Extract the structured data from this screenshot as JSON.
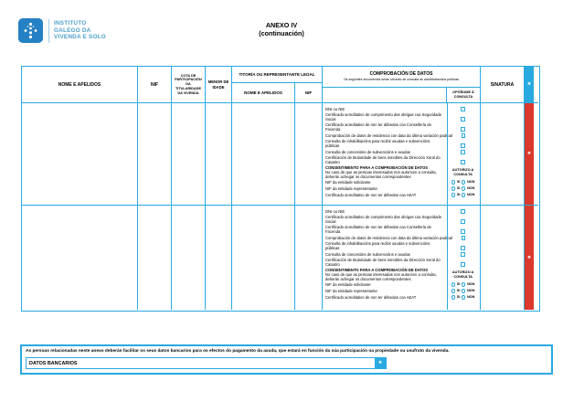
{
  "colors": {
    "accent_blue": "#29a9e0",
    "logo_blue": "#2581c4",
    "logo_text": "#4e9fcb",
    "strip_red": "#db392c"
  },
  "logo": {
    "line1": "INSTITUTO",
    "line2": "GALEGO DA",
    "line3": "VIVENDA E SOLO"
  },
  "title": {
    "line1": "ANEXO IV",
    "line2": "(continuación)"
  },
  "table": {
    "headers": {
      "nome": "NOME E APELIDOS",
      "nif": "NIF",
      "cota": "COTA DE PARTICIPACIÓN DA TITULARIDADE DA VIVENDA",
      "menor": "MENOR DE IDADE",
      "titoria": "TITORÍA OU REPRESENTANTE LEGAL",
      "titoria_nome": "NOME E APELIDOS",
      "titoria_nif": "NIF",
      "comprobacion_title": "COMPROBACIÓN DE DATOS",
      "comprobacion_subtitle": "Os seguintes documentos serán obxecto de consulta ás administracións públicas",
      "oponome_line1": "OPÓÑOME Á",
      "oponome_line2": "CONSULTA",
      "sinatura": "SINATURA",
      "required_marker": "✱"
    },
    "rows": [
      {
        "required_marker": "✱",
        "documents": [
          {
            "label": "DNI ou NIE"
          },
          {
            "label": "Certificado acreditativo de cumprimento das obrigas coa Seguridade Social"
          },
          {
            "label": "Certificado acreditativo de non ter débedas coa Consellería de Facenda"
          },
          {
            "label": "Comprobación de datos de residencia con data da última variación padroal"
          },
          {
            "label": "Consulta de inhabilitacións para recibir axudas e subvencións públicas"
          },
          {
            "label": "Consulta de concesións de subvencións e axudas"
          },
          {
            "label": "Certificación de titularidade de bens inmobles da Dirección Xeral do Catastro"
          }
        ],
        "consent": {
          "title": "CONSENTIMENTO PARA A COMPROBACIÓN DE DATOS",
          "text": "No caso de que as persoas interesadas non autoricen a consulta, deberán achegar os documentos correspondentes",
          "authorize_line1": "AUTORIZO A",
          "authorize_line2": "CONSULTA",
          "items": [
            {
              "label": "NIF da entidade solicitante",
              "yes": "SI",
              "no": "NON"
            },
            {
              "label": "NIF da entidade representante",
              "yes": "SI",
              "no": "NON"
            },
            {
              "label": "Certificado acreditativo de non ter débedas coa AEAT",
              "yes": "SI",
              "no": "NON"
            }
          ]
        }
      },
      {
        "required_marker": "✱",
        "documents": [
          {
            "label": "DNI ou NIE"
          },
          {
            "label": "Certificado acreditativo de cumprimento das obrigas coa Seguridade Social"
          },
          {
            "label": "Certificado acreditativo de non ter débedas coa Consellería de Facenda"
          },
          {
            "label": "Comprobación de datos de residencia con data da última variación padroal"
          },
          {
            "label": "Consulta de inhabilitacións para recibir axudas e subvencións públicas"
          },
          {
            "label": "Consulta de concesións de subvencións e axudas"
          },
          {
            "label": "Certificación de titularidade de bens inmobles da Dirección Xeral do Catastro"
          }
        ],
        "consent": {
          "title": "CONSENTIMENTO PARA A COMPROBACIÓN DE DATOS",
          "text": "No caso de que as persoas interesadas non autoricen a consulta, deberán achegar os documentos correspondentes",
          "authorize_line1": "AUTORIZO A",
          "authorize_line2": "CONSULTA",
          "items": [
            {
              "label": "NIF da entidade solicitante",
              "yes": "SI",
              "no": "NON"
            },
            {
              "label": "NIF da entidade representante",
              "yes": "SI",
              "no": "NON"
            },
            {
              "label": "Certificado acreditativo de non ter débedas coa AEAT",
              "yes": "SI",
              "no": "NON"
            }
          ]
        }
      }
    ]
  },
  "footer": {
    "note": "As persoas relacionadas neste anexo deberán facilitar os seus datos bancarios para os efectos do pagamento da axuda, que estará en función da súa participación na propiedade ou usufruto da vivenda.",
    "bank_label": "DATOS BANCARIOS",
    "button_marker": "✱"
  }
}
